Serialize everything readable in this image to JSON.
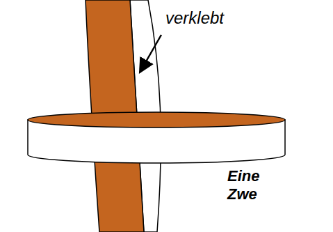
{
  "diagram": {
    "labels": [
      "verklebt",
      "Eine",
      "Zwe"
    ]
  }
}
